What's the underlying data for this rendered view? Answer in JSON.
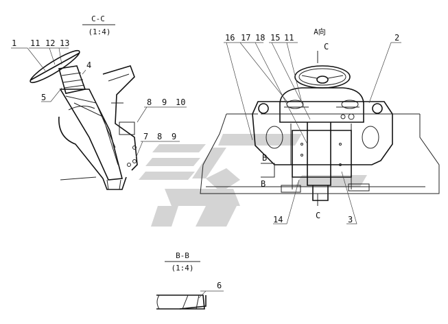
{
  "views": {
    "cc": {
      "title": "C-C",
      "scale": "(1:4)"
    },
    "bb": {
      "title": "B-B",
      "scale": "(1:4)"
    },
    "a": {
      "title": "A向"
    }
  },
  "section_marks": {
    "c_top": "C",
    "c_bottom": "C",
    "b_top": "B",
    "b_bottom": "B"
  },
  "callouts": {
    "n1": "1",
    "n11a": "11",
    "n12": "12",
    "n13": "13",
    "n4": "4",
    "n5": "5",
    "n8a": "8",
    "n9a": "9",
    "n10": "10",
    "n7": "7",
    "n8b": "8",
    "n9b": "9",
    "n16": "16",
    "n17": "17",
    "n18": "18",
    "n15": "15",
    "n11b": "11",
    "n2": "2",
    "n14": "14",
    "n3": "3",
    "n6": "6"
  }
}
